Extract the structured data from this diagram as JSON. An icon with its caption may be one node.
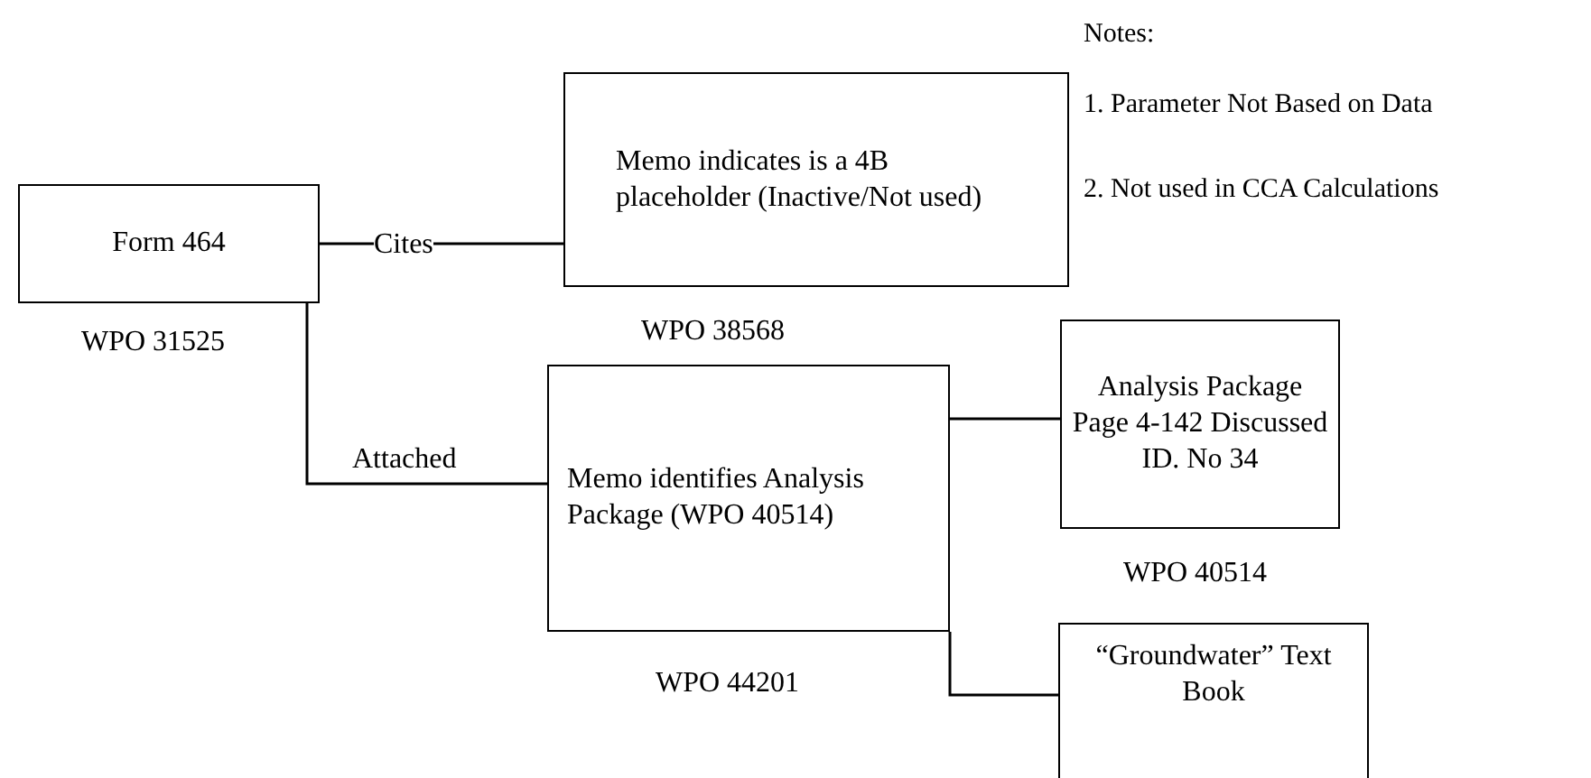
{
  "diagram": {
    "nodes": [
      {
        "text": [
          "Form 464"
        ],
        "beside": [
          "WPO 31525"
        ]
      },
      {
        "text": [
          "Memo indicates is a 4B placeholder (Inactive/Not used)"
        ],
        "beside": [
          "WPO 38568"
        ]
      },
      {
        "text": [
          "Memo identifies Analysis Package (WPO 40514)"
        ],
        "beside": [
          "WPO 44201"
        ]
      },
      {
        "text": [
          "Analysis Package Page 4-142 Discussed ID. No 34"
        ],
        "beside": [
          "WPO 40514"
        ]
      },
      {
        "text": [
          "“Groundwater” Text Book"
        ]
      }
    ],
    "edges": [
      {
        "from": 0,
        "to": 1,
        "arrow": "none",
        "label": "Cites"
      },
      {
        "from": 0,
        "to": 2,
        "arrow": "none",
        "label": "Attached"
      },
      {
        "from": 2,
        "to": 3,
        "arrow": "none"
      },
      {
        "from": 2,
        "to": 4,
        "arrow": "none"
      }
    ],
    "labels": [
      "Notes:",
      "1.  Parameter Not Based on Data",
      "2. Not used in CCA Calculations"
    ]
  }
}
